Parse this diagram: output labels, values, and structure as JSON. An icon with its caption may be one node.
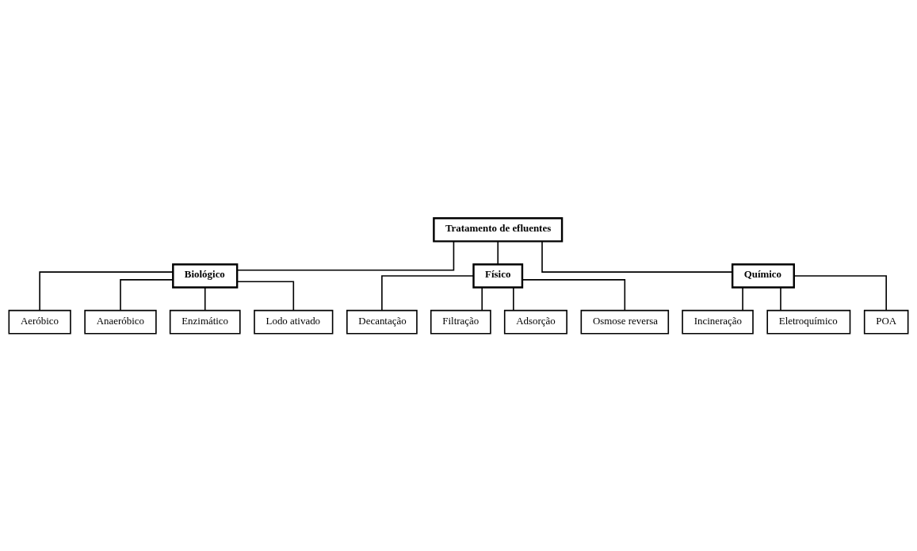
{
  "diagram": {
    "nodes": [
      {
        "text": [
          "Tratamento de efluentes"
        ]
      },
      {
        "text": [
          "Biológico"
        ]
      },
      {
        "text": [
          "Físico"
        ]
      },
      {
        "text": [
          "Químico"
        ]
      },
      {
        "text": [
          "Aeróbico"
        ]
      },
      {
        "text": [
          "Anaeróbico"
        ]
      },
      {
        "text": [
          "Enzimático"
        ]
      },
      {
        "text": [
          "Lodo ativado"
        ]
      },
      {
        "text": [
          "Decantação"
        ]
      },
      {
        "text": [
          "Filtração"
        ]
      },
      {
        "text": [
          "Adsorção"
        ]
      },
      {
        "text": [
          "Osmose reversa"
        ]
      },
      {
        "text": [
          "Incineração"
        ]
      },
      {
        "text": [
          "Eletroquímico"
        ]
      },
      {
        "text": [
          "POA"
        ]
      }
    ],
    "edges": [
      {
        "from": 0,
        "to": 1,
        "arrow": "none"
      },
      {
        "from": 0,
        "to": 3,
        "arrow": "none"
      },
      {
        "from": 0,
        "to": 2,
        "arrow": "none"
      },
      {
        "from": 1,
        "to": 4,
        "arrow": "none"
      },
      {
        "from": 1,
        "to": 5,
        "arrow": "none"
      },
      {
        "from": 1,
        "to": 6,
        "arrow": "none"
      },
      {
        "from": 1,
        "to": 7,
        "arrow": "none"
      },
      {
        "from": 2,
        "to": 8,
        "arrow": "none"
      },
      {
        "from": 2,
        "to": 9,
        "arrow": "none"
      },
      {
        "from": 2,
        "to": 10,
        "arrow": "none"
      },
      {
        "from": 2,
        "to": 11,
        "arrow": "none"
      },
      {
        "from": 3,
        "to": 12,
        "arrow": "none"
      },
      {
        "from": 3,
        "to": 13,
        "arrow": "none"
      },
      {
        "from": 3,
        "to": 14,
        "arrow": "none"
      }
    ]
  }
}
